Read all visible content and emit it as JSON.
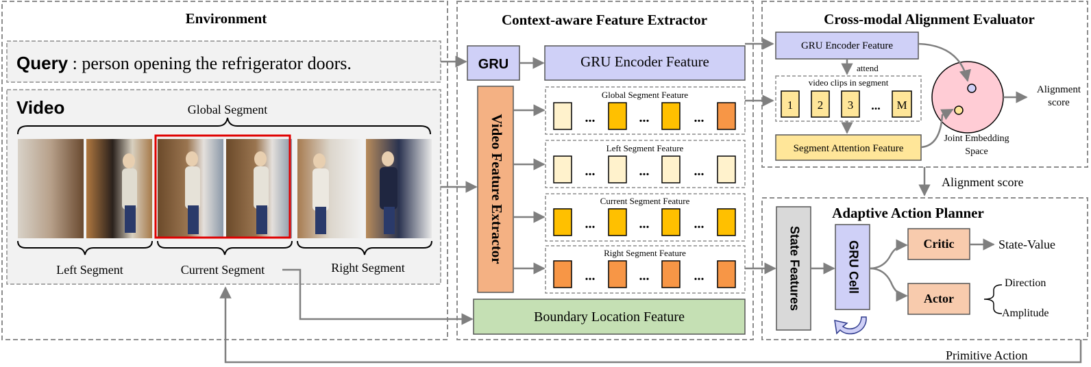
{
  "environment": {
    "title": "Environment",
    "query_label": "Query",
    "query_text": " : person opening the refrigerator doors.",
    "video_label": "Video",
    "global_segment": "Global Segment",
    "left_segment": "Left Segment",
    "current_segment": "Current Segment",
    "right_segment": "Right Segment"
  },
  "extractor": {
    "title": "Context-aware Feature Extractor",
    "gru": "GRU",
    "gru_encoder_feature": "GRU Encoder Feature",
    "video_feature_extractor": "Video Feature Extractor",
    "global_segment_feature": "Global Segment Feature",
    "left_segment_feature": "Left Segment Feature",
    "current_segment_feature": "Current Segment Feature",
    "right_segment_feature": "Right Segment Feature",
    "boundary_location_feature": "Boundary Location Feature",
    "ellipsis": "..."
  },
  "evaluator": {
    "title": "Cross-modal Alignment Evaluator",
    "gru_encoder_feature": "GRU Encoder Feature",
    "attend": "attend",
    "video_clips_in_segment": "video clips in segment",
    "clips": [
      "1",
      "2",
      "3",
      "M"
    ],
    "clip_ellipsis": "...",
    "segment_attention_feature": "Segment Attention Feature",
    "joint_embedding_line1": "Joint Embedding",
    "joint_embedding_line2": "Space",
    "alignment_score_line1": "Alignment",
    "alignment_score_line2": "score"
  },
  "alignment_score_arrow": "Alignment score",
  "planner": {
    "title": "Adaptive Action Planner",
    "state_features": "State Features",
    "gru_cell": "GRU Cell",
    "critic": "Critic",
    "state_value": "State-Value",
    "actor": "Actor",
    "direction": "Direction",
    "amplitude": "Amplitude"
  },
  "primitive_action": "Primitive Action",
  "colors": {
    "gru_blue": "#cfd0f7",
    "video_orange": "#f4b183",
    "boundary_green": "#c5e0b4",
    "attention_yellow": "#ffe699",
    "critic_tan": "#f8cbad",
    "state_grey": "#d9d9d9",
    "joint_pink": "#ffccd5",
    "pale_yellow": "#fff2cc",
    "gold": "#ffc000",
    "deep_orange": "#f79646"
  }
}
